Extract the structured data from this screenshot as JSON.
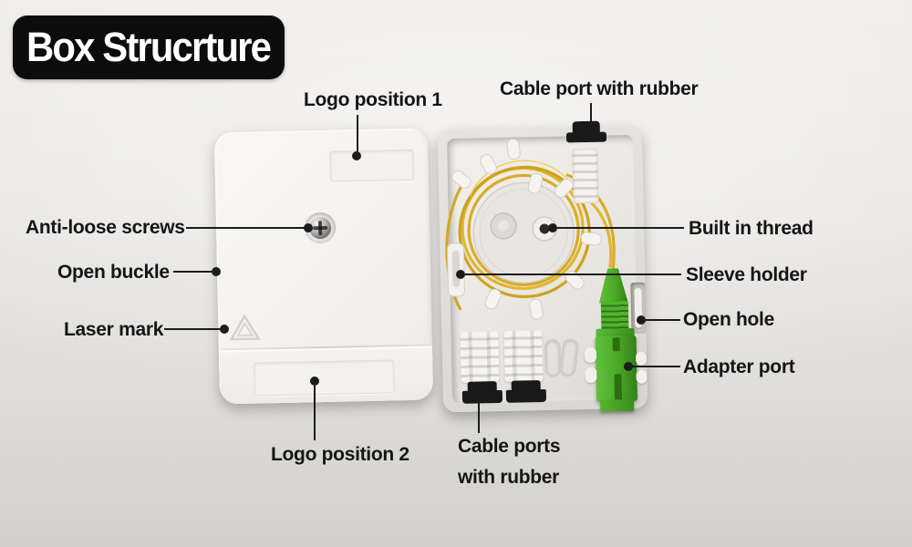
{
  "title": {
    "text": "Box Strucrture"
  },
  "callouts": {
    "logo_position_1": "Logo position 1",
    "cable_port_top": "Cable port with rubber",
    "anti_loose_screws": "Anti-loose screws",
    "open_buckle": "Open buckle",
    "laser_mark": "Laser mark",
    "logo_position_2": "Logo position 2",
    "cable_ports_line1": "Cable ports",
    "cable_ports_line2": "with rubber",
    "built_in_thread": "Built in thread",
    "sleeve_holder": "Sleeve holder",
    "open_hole": "Open hole",
    "adapter_port": "Adapter port"
  },
  "colors": {
    "title_bg": "#0c0c0c",
    "title_text": "#ffffff",
    "label_text": "#151515",
    "line_color": "#1c1c1c",
    "box_white": "#f7f5f2",
    "cavity_white": "#eceae5",
    "fiber_yellow": "#d9ac26",
    "fiber_highlight": "#eccb55",
    "adapter_green": "#4fb02c",
    "adapter_green_dark": "#35811a",
    "rubber_black": "#191919"
  }
}
